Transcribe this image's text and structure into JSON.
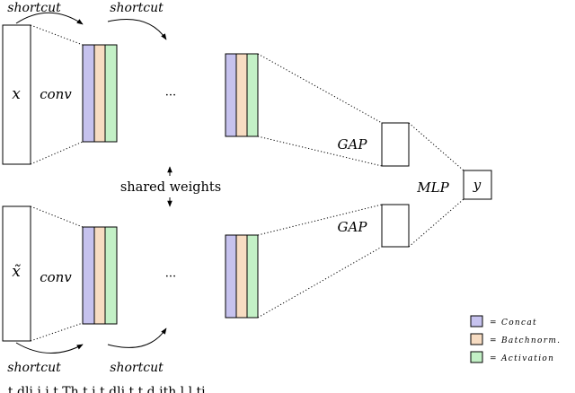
{
  "colors": {
    "concat": "#c6c2ee",
    "batchnorm": "#f7dcc2",
    "activation": "#c3f0c6",
    "stroke": "#000000"
  },
  "top": {
    "input_label": "x",
    "conv_label": "conv",
    "shortcut_1": "shortcut",
    "shortcut_2": "shortcut",
    "ellipsis": "···",
    "gap_label": "GAP"
  },
  "middle": {
    "shared_weights": "shared weights",
    "mlp_label": "MLP",
    "output_label": "y"
  },
  "bottom": {
    "input_label": "x̃",
    "conv_label": "conv",
    "shortcut_1": "shortcut",
    "shortcut_2": "shortcut",
    "ellipsis": "···",
    "gap_label": "GAP"
  },
  "legend": {
    "items": [
      {
        "label": "= Concat",
        "color_key": "concat"
      },
      {
        "label": "= Batchnorm.",
        "color_key": "batchnorm"
      },
      {
        "label": "= Activation",
        "color_key": "activation"
      }
    ]
  },
  "footer_text": "..t dli i i t    Th t i  t dli     t        t d  ith       l    l ti"
}
